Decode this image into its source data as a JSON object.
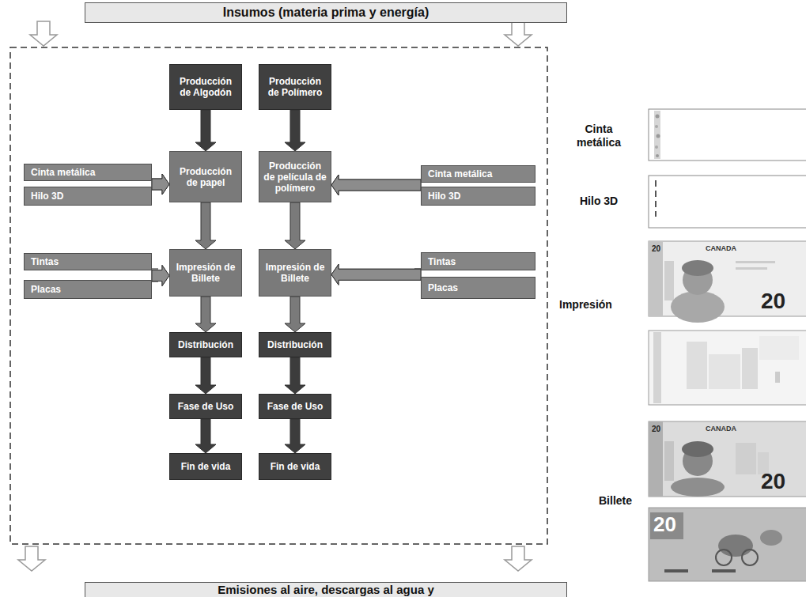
{
  "diagram": {
    "nodes": [
      {
        "text": [
          "Insumos (materia prima y energía)"
        ]
      },
      {
        "text": [
          "Producción de Algodón"
        ]
      },
      {
        "text": [
          "Producción de Polímero"
        ]
      },
      {
        "text": [
          "Cinta metálica"
        ]
      },
      {
        "text": [
          "Hilo 3D"
        ]
      },
      {
        "text": [
          "Producción de papel"
        ]
      },
      {
        "text": [
          "Producción de película de polímero"
        ]
      },
      {
        "text": [
          "Cinta metálica"
        ]
      },
      {
        "text": [
          "Hilo 3D"
        ]
      },
      {
        "text": [
          "Tintas"
        ]
      },
      {
        "text": [
          "Placas"
        ]
      },
      {
        "text": [
          "Impresión de Billete"
        ]
      },
      {
        "text": [
          "Impresión de Billete"
        ]
      },
      {
        "text": [
          "Tintas"
        ]
      },
      {
        "text": [
          "Placas"
        ]
      },
      {
        "text": [
          "Distribución"
        ]
      },
      {
        "text": [
          "Distribución"
        ]
      },
      {
        "text": [
          "Fase de Uso"
        ]
      },
      {
        "text": [
          "Fase de Uso"
        ]
      },
      {
        "text": [
          "Fin de vida"
        ]
      },
      {
        "text": [
          "Fin de vida"
        ]
      },
      {
        "text": [
          "Emisiones al aire, descargas al agua y"
        ]
      }
    ],
    "edges": [
      {
        "from": 1,
        "to": 5,
        "arrow": "to"
      },
      {
        "from": 2,
        "to": 6,
        "arrow": "to"
      },
      {
        "from": 3,
        "to": 5,
        "arrow": "to"
      },
      {
        "from": 4,
        "to": 5,
        "arrow": "to"
      },
      {
        "from": 7,
        "to": 6,
        "arrow": "to"
      },
      {
        "from": 8,
        "to": 6,
        "arrow": "to"
      },
      {
        "from": 5,
        "to": 11,
        "arrow": "to"
      },
      {
        "from": 6,
        "to": 12,
        "arrow": "to"
      },
      {
        "from": 9,
        "to": 11,
        "arrow": "to"
      },
      {
        "from": 10,
        "to": 11,
        "arrow": "to"
      },
      {
        "from": 13,
        "to": 12,
        "arrow": "to"
      },
      {
        "from": 14,
        "to": 12,
        "arrow": "to"
      },
      {
        "from": 11,
        "to": 15,
        "arrow": "to"
      },
      {
        "from": 12,
        "to": 16,
        "arrow": "to"
      },
      {
        "from": 15,
        "to": 17,
        "arrow": "to"
      },
      {
        "from": 16,
        "to": 18,
        "arrow": "to"
      },
      {
        "from": 17,
        "to": 19,
        "arrow": "to"
      },
      {
        "from": 18,
        "to": 20,
        "arrow": "to"
      }
    ],
    "labels": [
      "Cinta metálica",
      "Hilo 3D",
      "20",
      "CANADA",
      "20",
      "Impresión",
      "20",
      "CANADA",
      "20",
      "Billete",
      "20"
    ]
  }
}
